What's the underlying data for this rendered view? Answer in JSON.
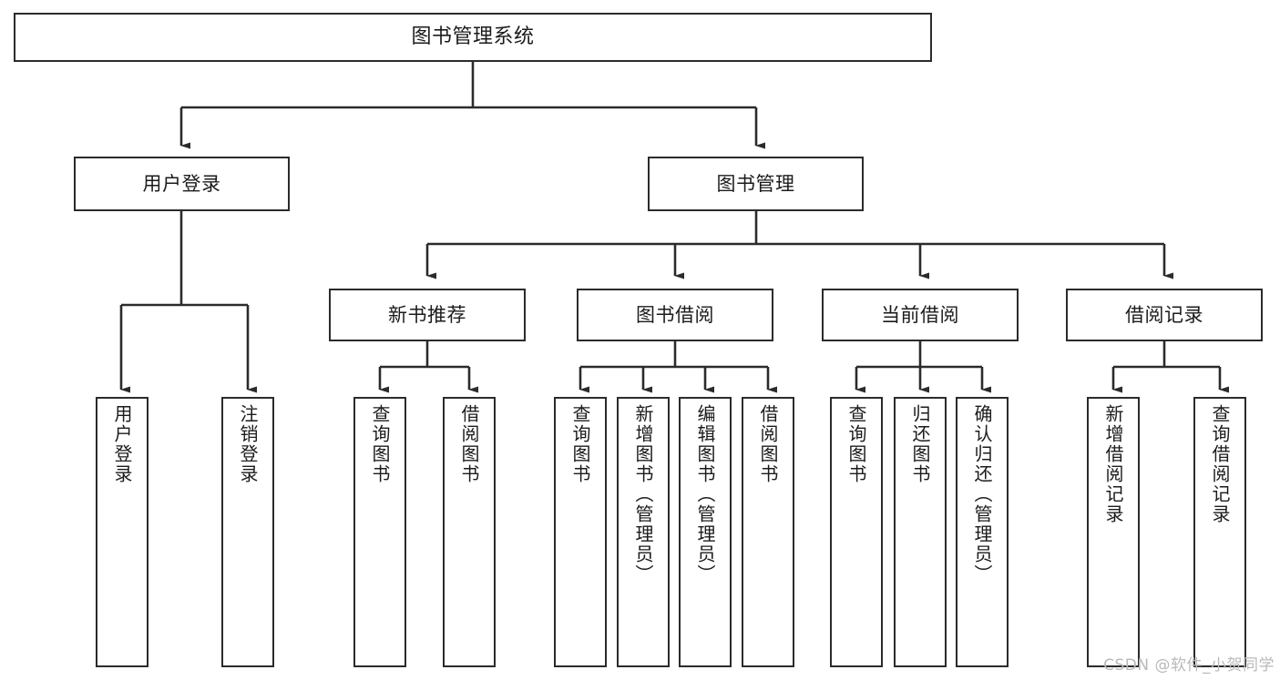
{
  "diagram": {
    "title": "图书管理系统",
    "type": "tree",
    "watermark": "CSDN @软件_小贺同学",
    "colors": {
      "stroke": "#2b2b2b",
      "fill": "#ffffff",
      "text": "#1b1b1b",
      "watermark": "#b9b9b9"
    },
    "root": {
      "label": "图书管理系统"
    },
    "level2": [
      {
        "label": "用户登录"
      },
      {
        "label": "图书管理"
      }
    ],
    "level3": [
      {
        "label": "新书推荐"
      },
      {
        "label": "图书借阅"
      },
      {
        "label": "当前借阅"
      },
      {
        "label": "借阅记录"
      }
    ],
    "leaves": {
      "user_login": [
        {
          "label": "用户登录"
        },
        {
          "label": "注销登录"
        }
      ],
      "new_book_recommend": [
        {
          "label": "查询图书"
        },
        {
          "label": "借阅图书"
        }
      ],
      "book_borrow": [
        {
          "label": "查询图书"
        },
        {
          "label": "新增图书（管理员）"
        },
        {
          "label": "编辑图书（管理员）"
        },
        {
          "label": "借阅图书"
        }
      ],
      "current_borrow": [
        {
          "label": "查询图书"
        },
        {
          "label": "归还图书"
        },
        {
          "label": "确认归还（管理员）"
        }
      ],
      "borrow_record": [
        {
          "label": "新增借阅记录"
        },
        {
          "label": "查询借阅记录"
        }
      ]
    }
  }
}
